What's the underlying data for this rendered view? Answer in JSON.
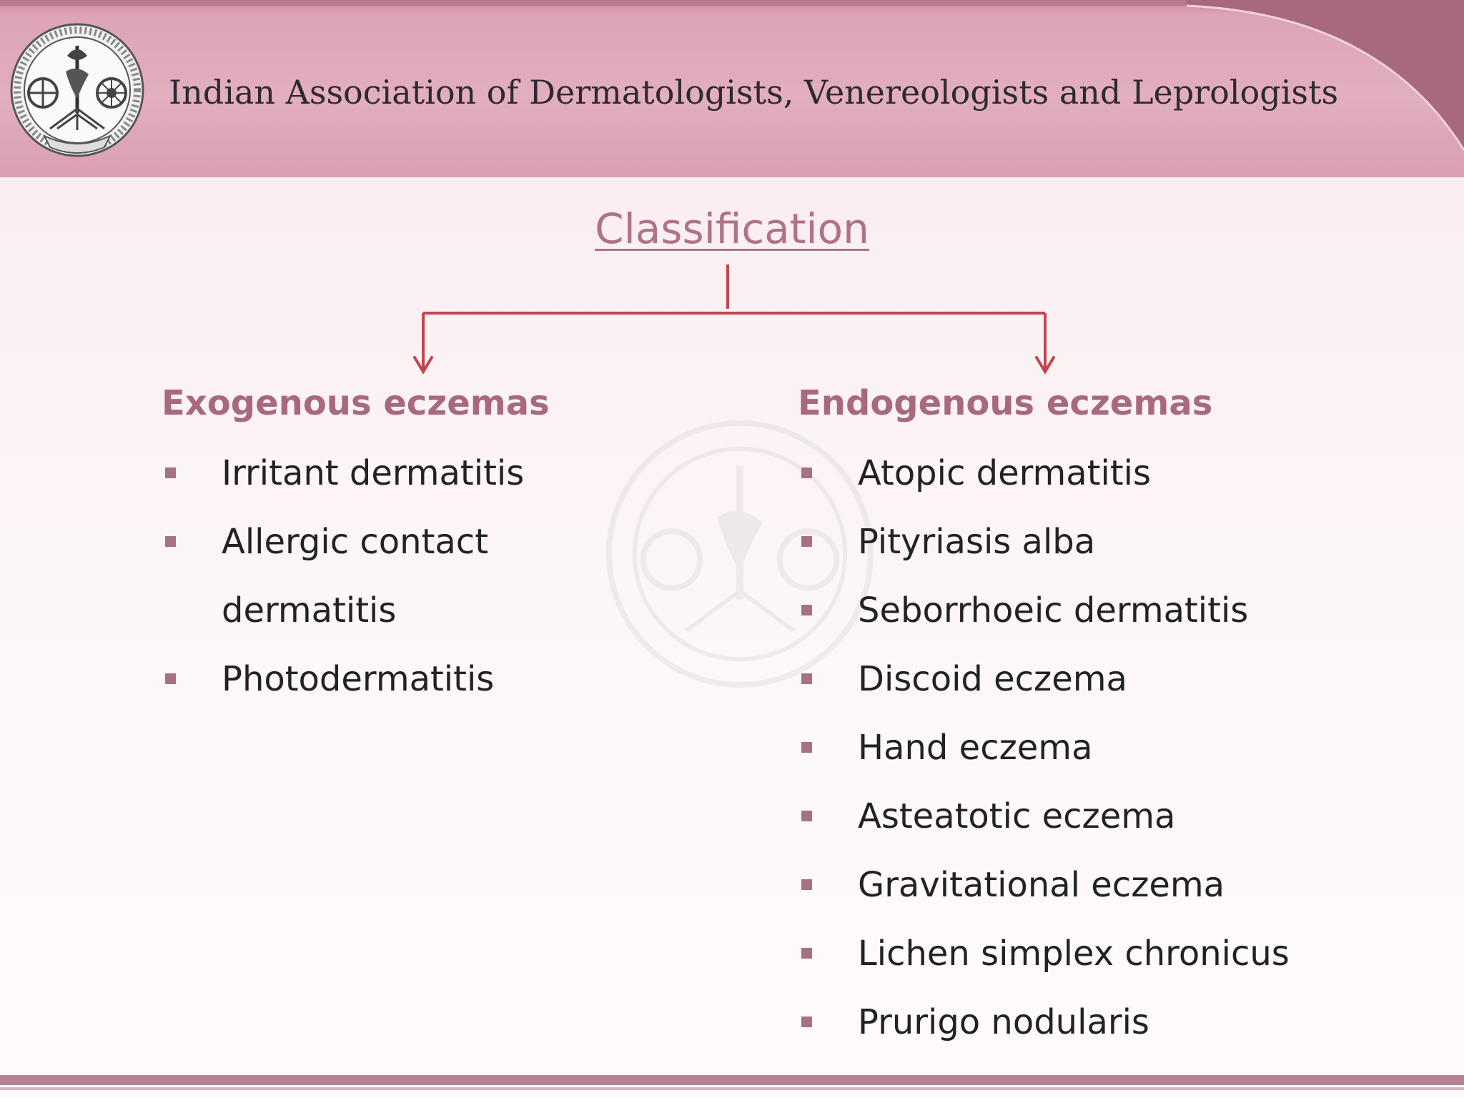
{
  "header": {
    "organization": "Indian Association of Dermatologists, Venereologists and Leprologists",
    "logo_icon": "iadvl-seal-icon"
  },
  "diagram": {
    "title": "Classification",
    "left": {
      "heading": "Exogenous eczemas",
      "items": [
        "Irritant dermatitis",
        "Allergic contact dermatitis",
        "Photodermatitis"
      ]
    },
    "right": {
      "heading": "Endogenous eczemas",
      "items": [
        "Atopic dermatitis",
        "Pityriasis alba",
        "Seborrhoeic dermatitis",
        "Discoid eczema",
        "Hand eczema",
        "Asteatotic eczema",
        "Gravitational eczema",
        "Lichen simplex chronicus",
        "Prurigo nodularis"
      ]
    }
  },
  "colors": {
    "accent": "#c0464f",
    "heading": "#a8697c",
    "bullet": "#a67182",
    "header_band": "#e2afbe"
  }
}
